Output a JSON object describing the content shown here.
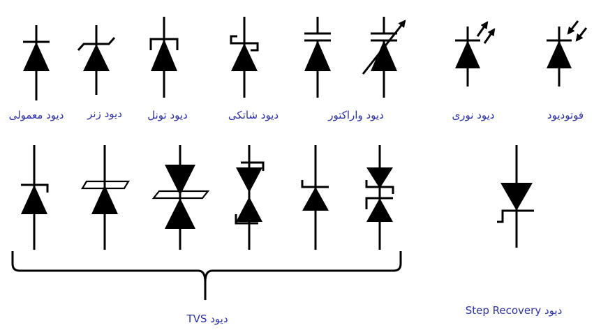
{
  "colors": {
    "symbol": "#000000",
    "label": "#2b2fa8",
    "background": "#ffffff"
  },
  "labels": {
    "standard": "دیود معمولی",
    "zener": "دیود زنر",
    "tunnel": "دیود تونل",
    "schottky": "دیود شاتکی",
    "varactor": "دیود واراکتور",
    "led": "دیود نوری",
    "photodiode": "فوتودیود",
    "tvs": "دیود TVS",
    "step_recovery": "Step Recovery دیود"
  },
  "symbols": [
    {
      "id": "standard",
      "type": "diode"
    },
    {
      "id": "zener",
      "type": "zener-diode"
    },
    {
      "id": "tunnel",
      "type": "tunnel-diode"
    },
    {
      "id": "schottky",
      "type": "schottky-diode"
    },
    {
      "id": "varactor",
      "type": "varactor-diode"
    },
    {
      "id": "varactor-variable",
      "type": "variable-varactor-diode"
    },
    {
      "id": "led",
      "type": "light-emitting-diode"
    },
    {
      "id": "photodiode",
      "type": "photodiode"
    },
    {
      "id": "tvs-1",
      "type": "tvs-unidirectional"
    },
    {
      "id": "tvs-2",
      "type": "tvs-unidirectional"
    },
    {
      "id": "tvs-3",
      "type": "tvs-bidirectional"
    },
    {
      "id": "tvs-4",
      "type": "tvs-bidirectional"
    },
    {
      "id": "tvs-5",
      "type": "tvs-unidirectional"
    },
    {
      "id": "tvs-6",
      "type": "tvs-bidirectional"
    },
    {
      "id": "step-recovery",
      "type": "step-recovery-diode"
    }
  ]
}
